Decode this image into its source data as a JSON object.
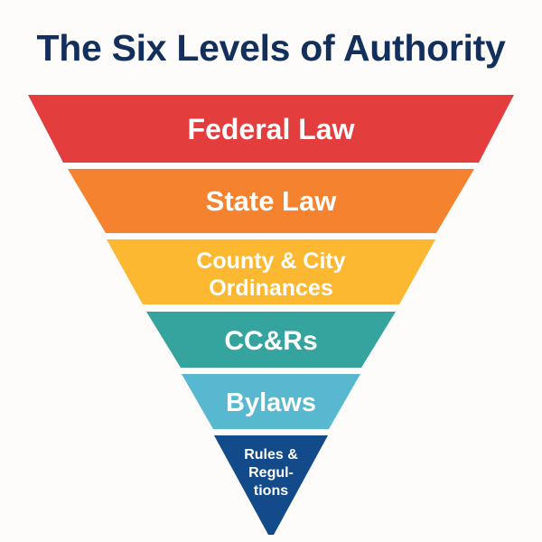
{
  "title": "The Six Levels of Authority",
  "levels": [
    {
      "lines": [
        "Federal Law"
      ],
      "color": "#e33d3d"
    },
    {
      "lines": [
        "State Law"
      ],
      "color": "#f5822f"
    },
    {
      "lines": [
        "County & City",
        "Ordinances"
      ],
      "color": "#fbb830"
    },
    {
      "lines": [
        "CC&Rs"
      ],
      "color": "#35a39e"
    },
    {
      "lines": [
        "Bylaws"
      ],
      "color": "#58b8cf"
    },
    {
      "lines": [
        "Rules &",
        "Regul-",
        "tions"
      ],
      "color": "#134a8a"
    }
  ]
}
